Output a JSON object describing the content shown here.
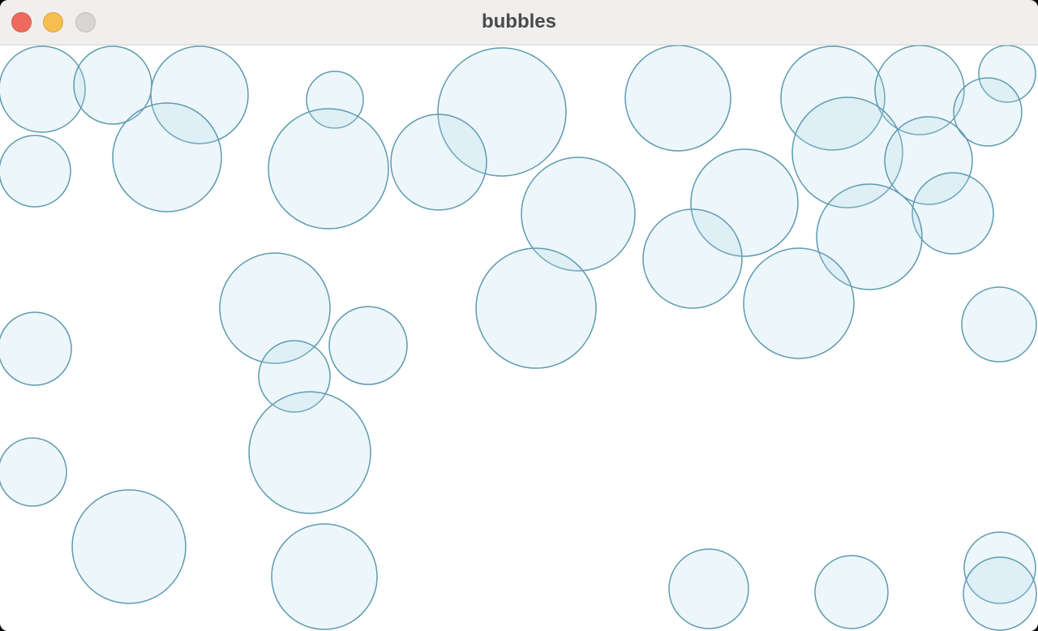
{
  "window": {
    "title": "bubbles",
    "controls": [
      "close",
      "minimize",
      "zoom"
    ]
  },
  "colors": {
    "titlebar": "#f0efee",
    "close": "#ee6a5f",
    "minimize": "#f5be4f",
    "zoom": "#d8d6d5",
    "bubble_fill": "rgba(173,216,230,0.22)",
    "bubble_stroke": "#5e9bb0",
    "canvas": "#ffffff"
  }
}
